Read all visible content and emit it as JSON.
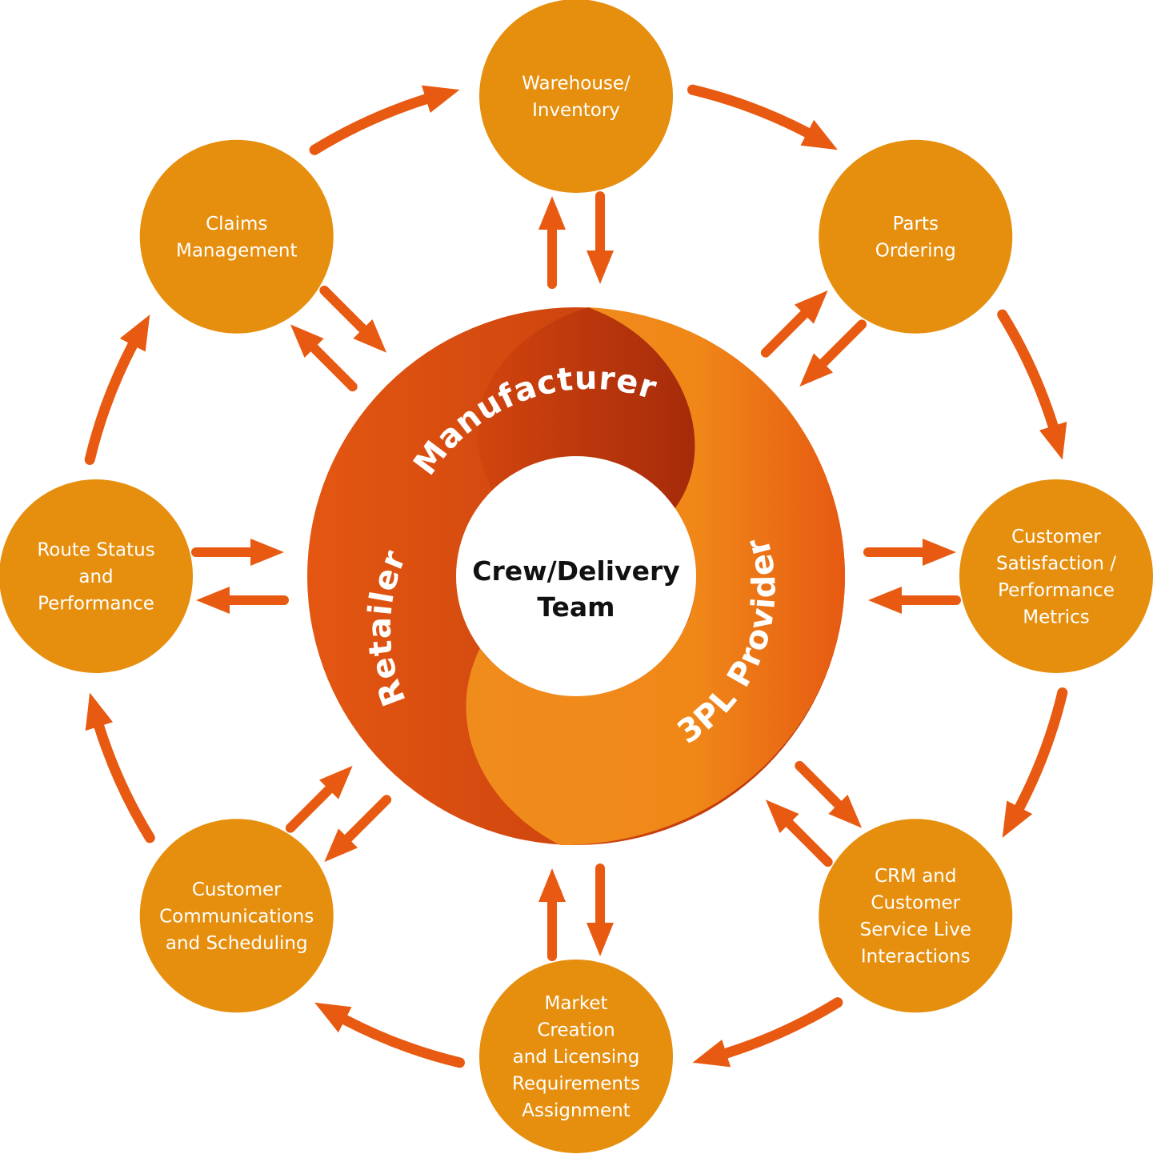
{
  "center": {
    "label_line1": "Crew/Delivery",
    "label_line2": "Team"
  },
  "ring_segments": [
    {
      "id": "manufacturer",
      "label": "Manufacturer"
    },
    {
      "id": "retailer",
      "label": "Retailer"
    },
    {
      "id": "3pl-provider",
      "label": "3PL Provider"
    }
  ],
  "nodes": [
    {
      "id": "warehouse-inventory",
      "lines": [
        "Warehouse/",
        "Inventory"
      ]
    },
    {
      "id": "parts-ordering",
      "lines": [
        "Parts",
        "Ordering"
      ]
    },
    {
      "id": "customer-satisfaction",
      "lines": [
        "Customer",
        "Satisfaction /",
        "Performance",
        "Metrics"
      ]
    },
    {
      "id": "crm-customer-service",
      "lines": [
        "CRM and",
        "Customer",
        "Service Live",
        "Interactions"
      ]
    },
    {
      "id": "market-creation",
      "lines": [
        "Market",
        "Creation",
        "and Licensing",
        "Requirements",
        "Assignment"
      ]
    },
    {
      "id": "customer-communications",
      "lines": [
        "Customer",
        "Communications",
        "and Scheduling"
      ]
    },
    {
      "id": "route-status",
      "lines": [
        "Route Status",
        "and",
        "Performance"
      ]
    },
    {
      "id": "claims-management",
      "lines": [
        "Claims",
        "Management"
      ]
    }
  ],
  "flow": {
    "outer_cycle": "clockwise",
    "node_to_center": "bidirectional"
  },
  "colors": {
    "node_fill": "#E68F0E",
    "arrow": "#E85A12",
    "manufacturer_dark": "#A3290A",
    "retailer_red": "#E35612",
    "provider_orange": "#F08C1C",
    "center_fill": "#FFFFFF",
    "center_text": "#111111",
    "node_text": "#FFFFFF"
  }
}
